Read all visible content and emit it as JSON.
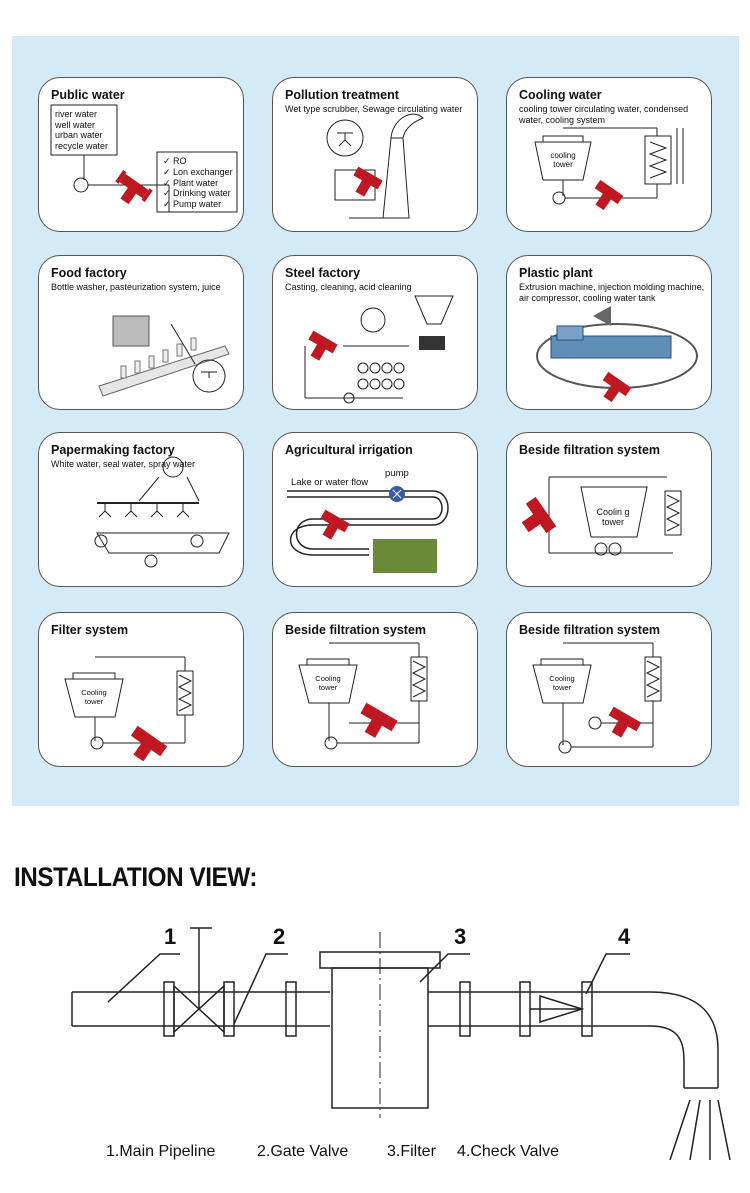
{
  "cards": [
    {
      "title": "Public water",
      "desc": "",
      "lines": [
        "river water",
        "well water",
        "urban water",
        "recycle water"
      ],
      "checklist": [
        "RO",
        "Lon exchanger",
        "Plant water",
        "Drinking water",
        "Pump water"
      ]
    },
    {
      "title": "Pollution treatment",
      "desc": "Wet type scrubber, Sewage circulating water"
    },
    {
      "title": "Cooling water",
      "desc": "cooling tower circulating water, condensed water, cooling system",
      "tower": "cooling tower"
    },
    {
      "title": "Food factory",
      "desc": "Bottle washer, pasteurization system, juice"
    },
    {
      "title": "Steel factory",
      "desc": "Casting, cleaning, acid cleaning"
    },
    {
      "title": "Plastic plant",
      "desc": "Extrusion machine, injection molding machine, air compressor, cooling water tank"
    },
    {
      "title": "Papermaking factory",
      "desc": "White water, seal water, spray water"
    },
    {
      "title": "Agricultural irrigation",
      "desc": "",
      "pump": "pump",
      "lake": "Lake or water flow"
    },
    {
      "title": "Beside filtration system",
      "desc": "",
      "tower": "Coolin g tower"
    },
    {
      "title": "Filter system",
      "desc": "",
      "tower": "Cooling tower"
    },
    {
      "title": "Beside filtration system",
      "desc": "",
      "tower": "Cooling tower"
    },
    {
      "title": "Beside filtration system",
      "desc": "",
      "tower": "Cooling tower"
    }
  ],
  "installation": {
    "heading": "INSTALLATION VIEW:",
    "numbers": [
      "1",
      "2",
      "3",
      "4"
    ],
    "legend": [
      "1.Main Pipeline",
      "2.Gate Valve",
      "3.Filter",
      "4.Check Valve"
    ]
  },
  "colors": {
    "panel": "#d4eaf6",
    "filter": "#c01822"
  }
}
